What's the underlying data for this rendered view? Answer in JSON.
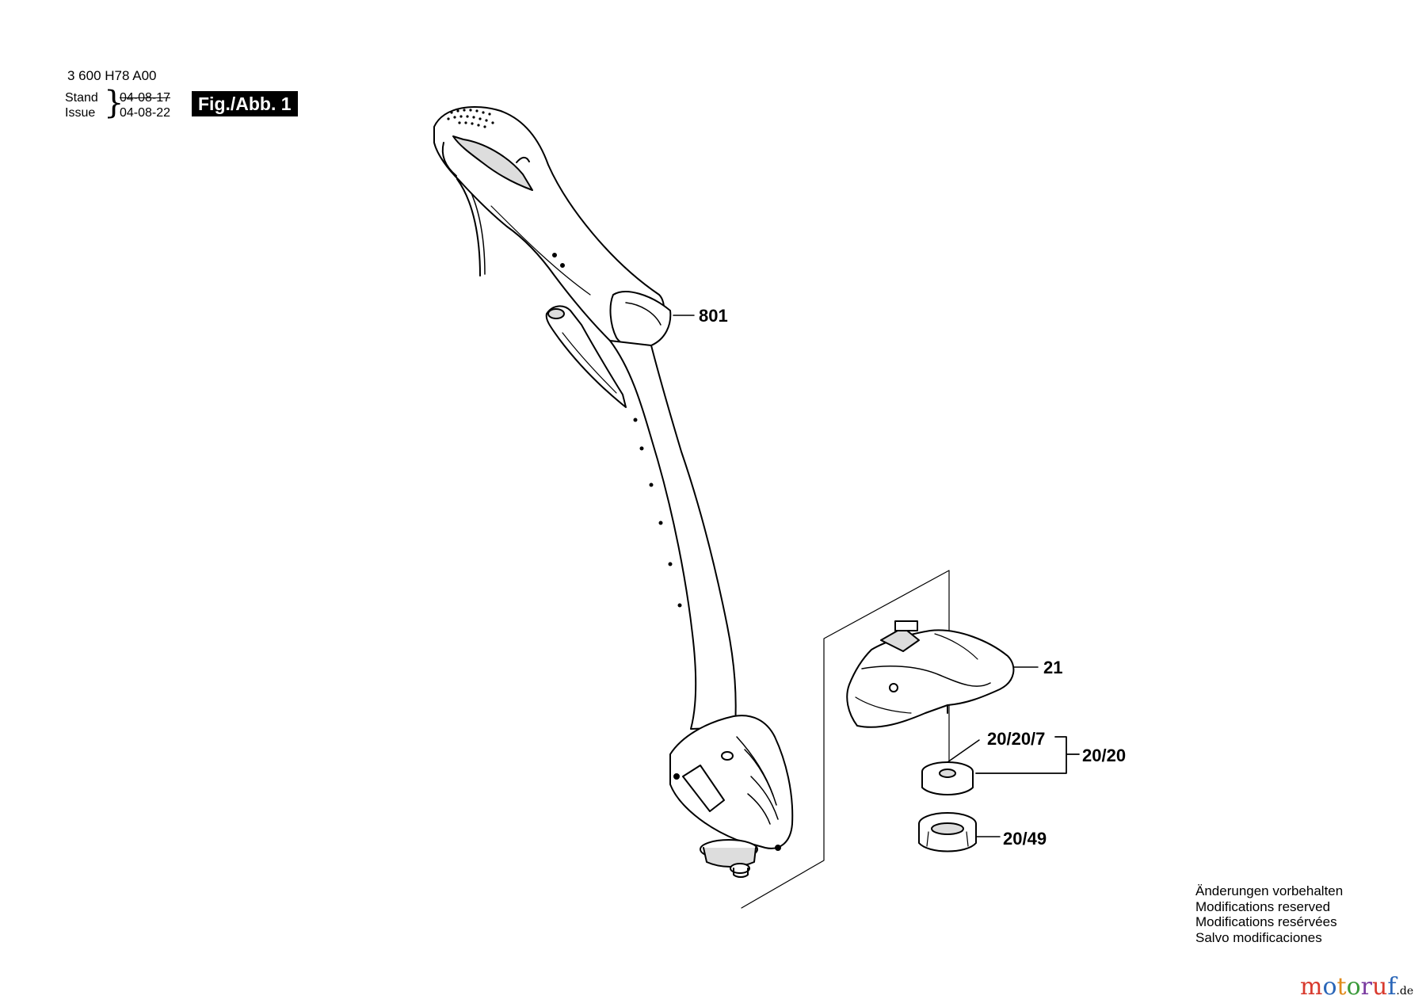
{
  "header": {
    "part_number": "3 600 H78 A00",
    "stand_label": "Stand",
    "issue_label": "Issue",
    "stand_date": "04-08-17",
    "issue_date": "04-08-22",
    "figure_label": "Fig./Abb. 1"
  },
  "callouts": {
    "c801": "801",
    "c21": "21",
    "c20207": "20/20/7",
    "c2020": "20/20",
    "c2049": "20/49"
  },
  "notice": {
    "line1": "Änderungen vorbehalten",
    "line2": "Modifications reserved",
    "line3": "Modifications resérvées",
    "line4": "Salvo modificaciones"
  },
  "watermark": {
    "brand_letters": [
      {
        "ch": "m",
        "color": "#d83a2e"
      },
      {
        "ch": "o",
        "color": "#2a66b8"
      },
      {
        "ch": "t",
        "color": "#e08a1a"
      },
      {
        "ch": "o",
        "color": "#3a9a3a"
      },
      {
        "ch": "r",
        "color": "#7a3aa0"
      },
      {
        "ch": "u",
        "color": "#d83a2e"
      },
      {
        "ch": "f",
        "color": "#2a66b8"
      }
    ],
    "tld": ".de"
  }
}
